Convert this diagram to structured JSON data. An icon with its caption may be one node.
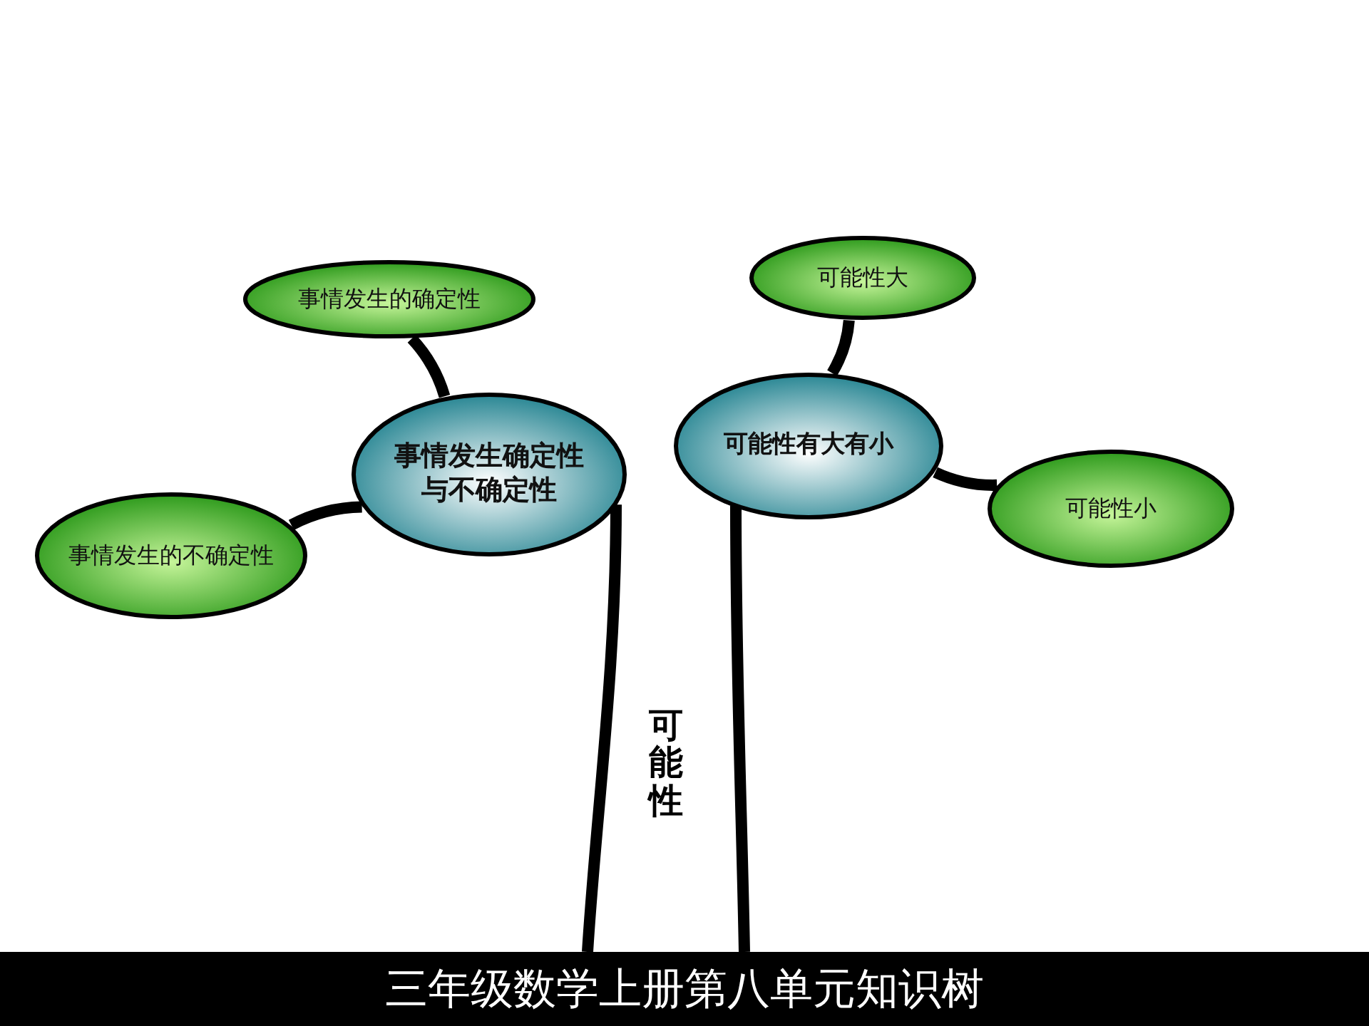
{
  "diagram": {
    "nodes": [
      {
        "text": [
          "事情发生确定性与不确定性"
        ]
      },
      {
        "text": [
          "事情发生的确定性"
        ]
      },
      {
        "text": [
          "事情发生的不确定性"
        ]
      },
      {
        "text": [
          "可能性有大有小"
        ]
      },
      {
        "text": [
          "可能性大"
        ]
      },
      {
        "text": [
          "可能性小"
        ]
      },
      {
        "text": [
          "三年级数学上册第八单元知识树"
        ]
      }
    ],
    "edges": [
      {
        "from": 6,
        "to": 0,
        "arrow": "none"
      },
      {
        "from": 6,
        "to": 3,
        "arrow": "none"
      },
      {
        "from": 0,
        "to": 1,
        "arrow": "none"
      },
      {
        "from": 0,
        "to": 2,
        "arrow": "none"
      },
      {
        "from": 3,
        "to": 4,
        "arrow": "none"
      },
      {
        "from": 3,
        "to": 5,
        "arrow": "none"
      }
    ],
    "labels": [
      "可能性"
    ]
  }
}
